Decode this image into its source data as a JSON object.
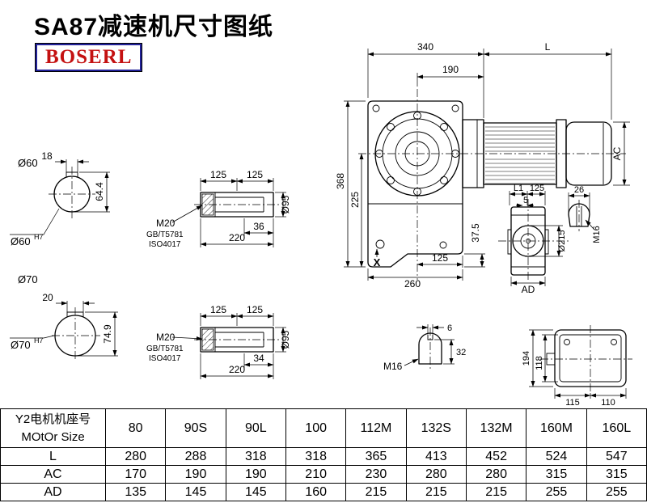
{
  "page": {
    "title": "SA87减速机尺寸图纸",
    "brand": "BOSERL"
  },
  "shaft60_view": {
    "dia_label": "Ø60",
    "key_width": "18",
    "slot_height": "64.4",
    "bore_label": "Ø60",
    "bore_tol": "H7"
  },
  "shaft70_view": {
    "dia_label": "Ø70",
    "key_width": "20",
    "slot_height": "74.9",
    "bore_label": "Ø70",
    "bore_tol": "H7"
  },
  "hollow_shaft_top": {
    "seg1": "125",
    "seg2": "125",
    "thread": "M20",
    "std_gb": "GB/T5781",
    "std_iso": "ISO4017",
    "thread_depth": "36",
    "length": "220",
    "dia": "Ø95"
  },
  "hollow_shaft_bottom": {
    "seg1": "125",
    "seg2": "125",
    "thread": "M20",
    "std_gb": "GB/T5781",
    "std_iso": "ISO4017",
    "thread_depth": "34",
    "length": "220",
    "dia": "Ø95"
  },
  "front_view": {
    "dim_340": "340",
    "dim_L": "L",
    "dim_190": "190",
    "dim_368": "368",
    "dim_225": "225",
    "dim_37_5": "37.5",
    "dim_125": "125",
    "dim_260": "260",
    "mark_x": "X",
    "dim_ac": "AC"
  },
  "side_view": {
    "dim_l1": "L1",
    "dim_125": "125",
    "dim_5": "5",
    "hub_dia": "Ø215",
    "dim_ad": "AD"
  },
  "side_shaft_end": {
    "dim_26": "26",
    "thread": "M16"
  },
  "shaft_end_view": {
    "slot_width": "6",
    "slot_depth": "32",
    "thread": "M16"
  },
  "rear_view": {
    "dim_194": "194",
    "dim_118": "118",
    "dim_115": "115",
    "dim_110": "110"
  },
  "table": {
    "header_cn": "Y2电机机座号",
    "header_en": "MOtOr Size",
    "sizes": [
      "80",
      "90S",
      "90L",
      "100",
      "112M",
      "132S",
      "132M",
      "160M",
      "160L"
    ],
    "rows": [
      {
        "label": "L",
        "values": [
          "280",
          "288",
          "318",
          "318",
          "365",
          "413",
          "452",
          "524",
          "547"
        ]
      },
      {
        "label": "AC",
        "values": [
          "170",
          "190",
          "190",
          "210",
          "230",
          "280",
          "280",
          "315",
          "315"
        ]
      },
      {
        "label": "AD",
        "values": [
          "135",
          "145",
          "145",
          "160",
          "215",
          "215",
          "215",
          "255",
          "255"
        ]
      }
    ]
  }
}
